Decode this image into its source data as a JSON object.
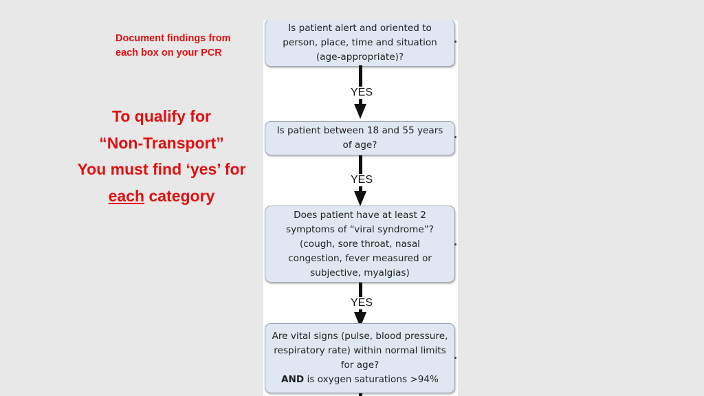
{
  "note": [
    "Document findings from",
    "each box  on your PCR"
  ],
  "qualify": {
    "line1": "To qualify for",
    "line2": "“Non-Transport”",
    "line3": "You must find ‘yes’ for",
    "line4_underlined": "each",
    "line4_rest": " category"
  },
  "flowchart": {
    "boxes": [
      {
        "lines": [
          "Is patient alert and oriented to",
          "person, place, time and situation",
          "(age-appropriate)?"
        ]
      },
      {
        "lines": [
          "Is patient between 18 and 55 years",
          "of age?"
        ]
      },
      {
        "lines": [
          "Does patient have at least 2",
          "symptoms of “viral syndrome”?",
          "(cough, sore throat, nasal",
          "congestion, fever measured or",
          "subjective, myalgias)"
        ]
      },
      {
        "lines": [
          "Are vital signs (pulse, blood pressure,",
          "respiratory rate) within normal limits",
          "for age?"
        ],
        "last_bold": "AND",
        "last_rest": " is oxygen saturations >94%"
      }
    ],
    "connectors": [
      "YES",
      "YES",
      "YES"
    ]
  },
  "colors": {
    "accent_red": "#e01010",
    "box_fill": "#dfe7f2",
    "arrow": "#111111"
  }
}
